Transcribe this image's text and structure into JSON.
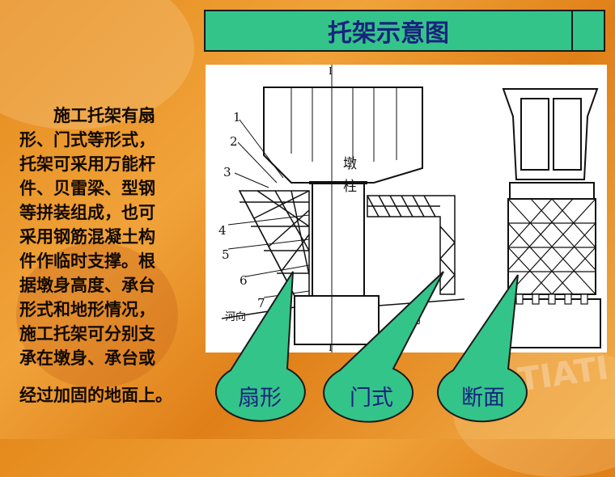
{
  "title": "托架示意图",
  "body_lines": [
    "　　施工托架有扇",
    "形、门式等形式，",
    "托架可采用万能杆",
    "件、贝雷梁、型钢",
    "等拼装组成，也可",
    "采用钢筋混凝土构",
    "件作临时支撑。根",
    "据墩身高度、承台",
    "形式和地形情况，",
    "施工托架可分别支",
    "承在墩身、承台或"
  ],
  "body_last_line": "经过加固的地面上。",
  "diagram": {
    "pier_label_1": "墩",
    "pier_label_2": "柱",
    "part_numbers": [
      "1",
      "2",
      "3",
      "4",
      "5",
      "6",
      "7"
    ],
    "axis_label_top": "I",
    "axis_label_bottom": "I",
    "river_label": "河向",
    "bank_label": "岸向"
  },
  "callouts": [
    {
      "label": "扇形"
    },
    {
      "label": "门式"
    },
    {
      "label": "断面"
    }
  ],
  "colors": {
    "callout_fill": "#33c48a",
    "title_text": "#1a237e",
    "background": "#e58a1c"
  }
}
